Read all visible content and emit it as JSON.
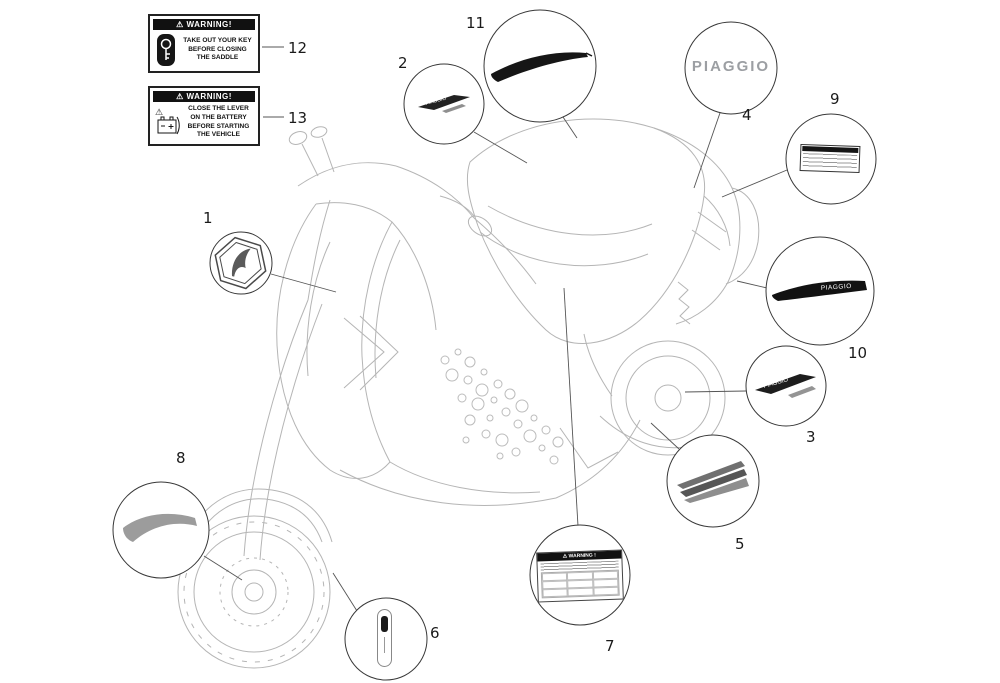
{
  "diagram": {
    "warning_symbol": "⚠"
  },
  "callouts": {
    "c1": {
      "number": "1"
    },
    "c2": {
      "number": "2",
      "text": "PIAGGIO"
    },
    "c3": {
      "number": "3",
      "text": "PIAGGIO"
    },
    "c4": {
      "number": "4",
      "text": "PIAGGIO"
    },
    "c5": {
      "number": "5"
    },
    "c6": {
      "number": "6"
    },
    "c7": {
      "number": "7",
      "header": "WARNING !"
    },
    "c8": {
      "number": "8"
    },
    "c9": {
      "number": "9"
    },
    "c10": {
      "number": "10",
      "text": "PIAGGIO"
    },
    "c11": {
      "number": "11"
    },
    "c12": {
      "number": "12"
    },
    "c13": {
      "number": "13"
    }
  },
  "warning_label_12": {
    "header": "WARNING!",
    "lines": [
      "TAKE OUT YOUR KEY",
      "BEFORE CLOSING",
      "THE SADDLE"
    ]
  },
  "warning_label_13": {
    "header": "WARNING!",
    "lines": [
      "CLOSE THE LEVER",
      "ON THE BATTERY",
      "BEFORE STARTING",
      "THE VEHICLE"
    ]
  }
}
